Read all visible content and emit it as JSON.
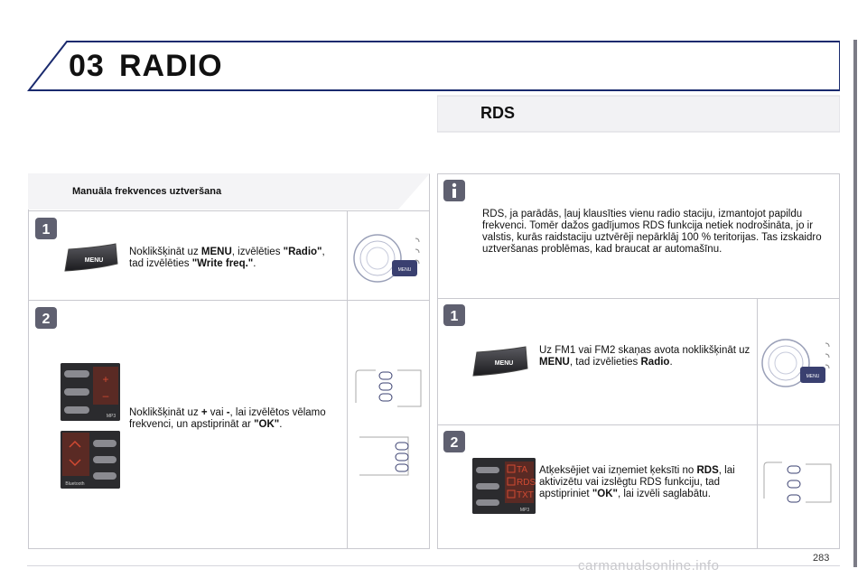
{
  "header": {
    "chapter_number": "03",
    "chapter_title": "RADIO"
  },
  "section": {
    "title": "RDS"
  },
  "left_panel": {
    "title": "Manuāla frekvences uztveršana",
    "step1": {
      "badge": "1",
      "button_label": "MENU",
      "text_parts": [
        "Noklikšķināt uz ",
        "MENU",
        ", izvēlēties ",
        "\"Radio\"",
        ", tad izvēlēties ",
        "\"Write freq.\"",
        "."
      ]
    },
    "step2": {
      "badge": "2",
      "screen_labels": [
        "MP3",
        "Bluetooth"
      ],
      "text_parts": [
        "Noklikšķināt uz ",
        "+",
        " vai ",
        "-",
        ", lai izvēlētos vēlamo frekvenci, un apstiprināt ar ",
        "\"OK\"",
        "."
      ]
    }
  },
  "right_panel": {
    "info_text": "RDS, ja parādās, ļauj klausīties vienu radio staciju, izmantojot papildu frekvenci. Tomēr dažos gadījumos RDS funkcija netiek nodrošināta, jo ir valstis, kurās raidstaciju uztvērēji nepārklāj 100 % teritorijas. Tas izskaidro uztveršanas problēmas, kad braucat ar automašīnu.",
    "step1": {
      "badge": "1",
      "button_label": "MENU",
      "text_parts": [
        "Uz FM1 vai FM2 skaņas avota noklikšķināt uz ",
        "MENU",
        ", tad izvēlieties ",
        "Radio",
        "."
      ]
    },
    "step2": {
      "badge": "2",
      "screen_options": [
        "TA",
        "RDS",
        "TXT"
      ],
      "screen_label": "MP3",
      "text_parts": [
        "Atķeksējiet vai izņemiet ķeksīti no ",
        "RDS",
        ", lai aktivizētu vai izslēgtu RDS funkciju, tad apstipriniet ",
        "\"OK\"",
        ", lai izvēli saglabātu."
      ]
    }
  },
  "footer": {
    "page_number": "283",
    "watermark": "carmanualsonline.info"
  },
  "colors": {
    "accent": "#1a2a6e",
    "badge": "#5f6070",
    "screen_bg": "#2b2b2e",
    "screen_red": "#d14a32"
  }
}
